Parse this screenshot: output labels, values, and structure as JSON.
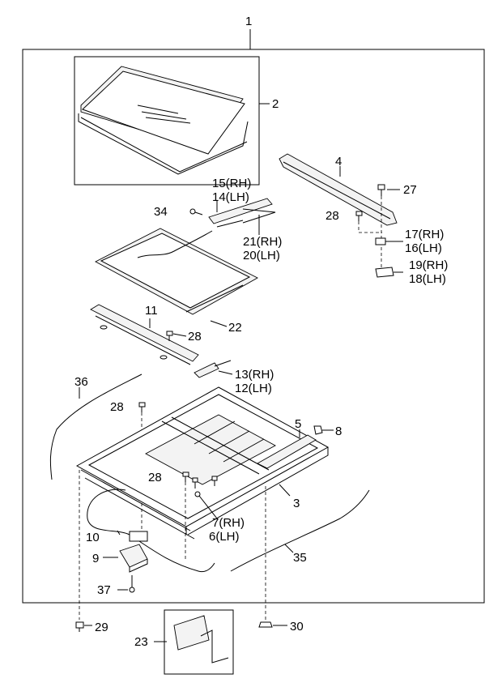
{
  "labels": {
    "p1": "1",
    "p2": "2",
    "p3": "3",
    "p4": "4",
    "p5": "5",
    "p6": "6(LH)",
    "p7": "7(RH)",
    "p8": "8",
    "p9": "9",
    "p10": "10",
    "p11": "11",
    "p12": "12(LH)",
    "p13": "13(RH)",
    "p14": "14(LH)",
    "p15": "15(RH)",
    "p16": "16(LH)",
    "p17": "17(RH)",
    "p18": "18(LH)",
    "p19": "19(RH)",
    "p20": "20(LH)",
    "p21": "21(RH)",
    "p22": "22",
    "p23": "23",
    "p27": "27",
    "p28a": "28",
    "p28b": "28",
    "p28c": "28",
    "p28d": "28",
    "p29": "29",
    "p30": "30",
    "p34": "34",
    "p35": "35",
    "p36": "36",
    "p37": "37"
  }
}
